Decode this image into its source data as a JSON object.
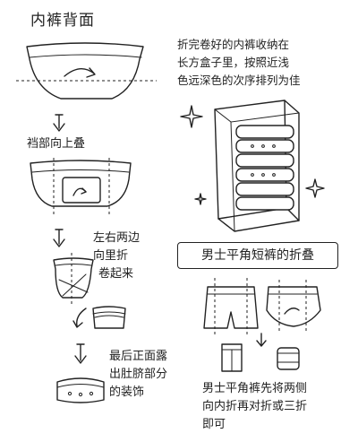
{
  "left_column": {
    "title": "内裤背面",
    "step1": "裆部向上叠",
    "step2_line1": "左右两边",
    "step2_line2": "向里折",
    "step2_line3": "卷起来",
    "step3_line1": "最后正面露",
    "step3_line2": "出肚脐部分",
    "step3_line3": "的装饰"
  },
  "right_column": {
    "storage_line1": "折完卷好的内裤收纳在",
    "storage_line2": "长方盒子里，按照近浅",
    "storage_line3": "色远深色的次序排列为佳",
    "boxer_title": "男士平角短裤的折叠",
    "boxer_line1": "男士平角裤先将两侧",
    "boxer_line2": "向内折再对折或三折",
    "boxer_line3": "即可"
  },
  "icons": [
    "down-arrow-icon",
    "sparkle-icon",
    "curved-arrow-icon"
  ],
  "colors": {
    "ink": "#222222",
    "paper": "#ffffff"
  }
}
